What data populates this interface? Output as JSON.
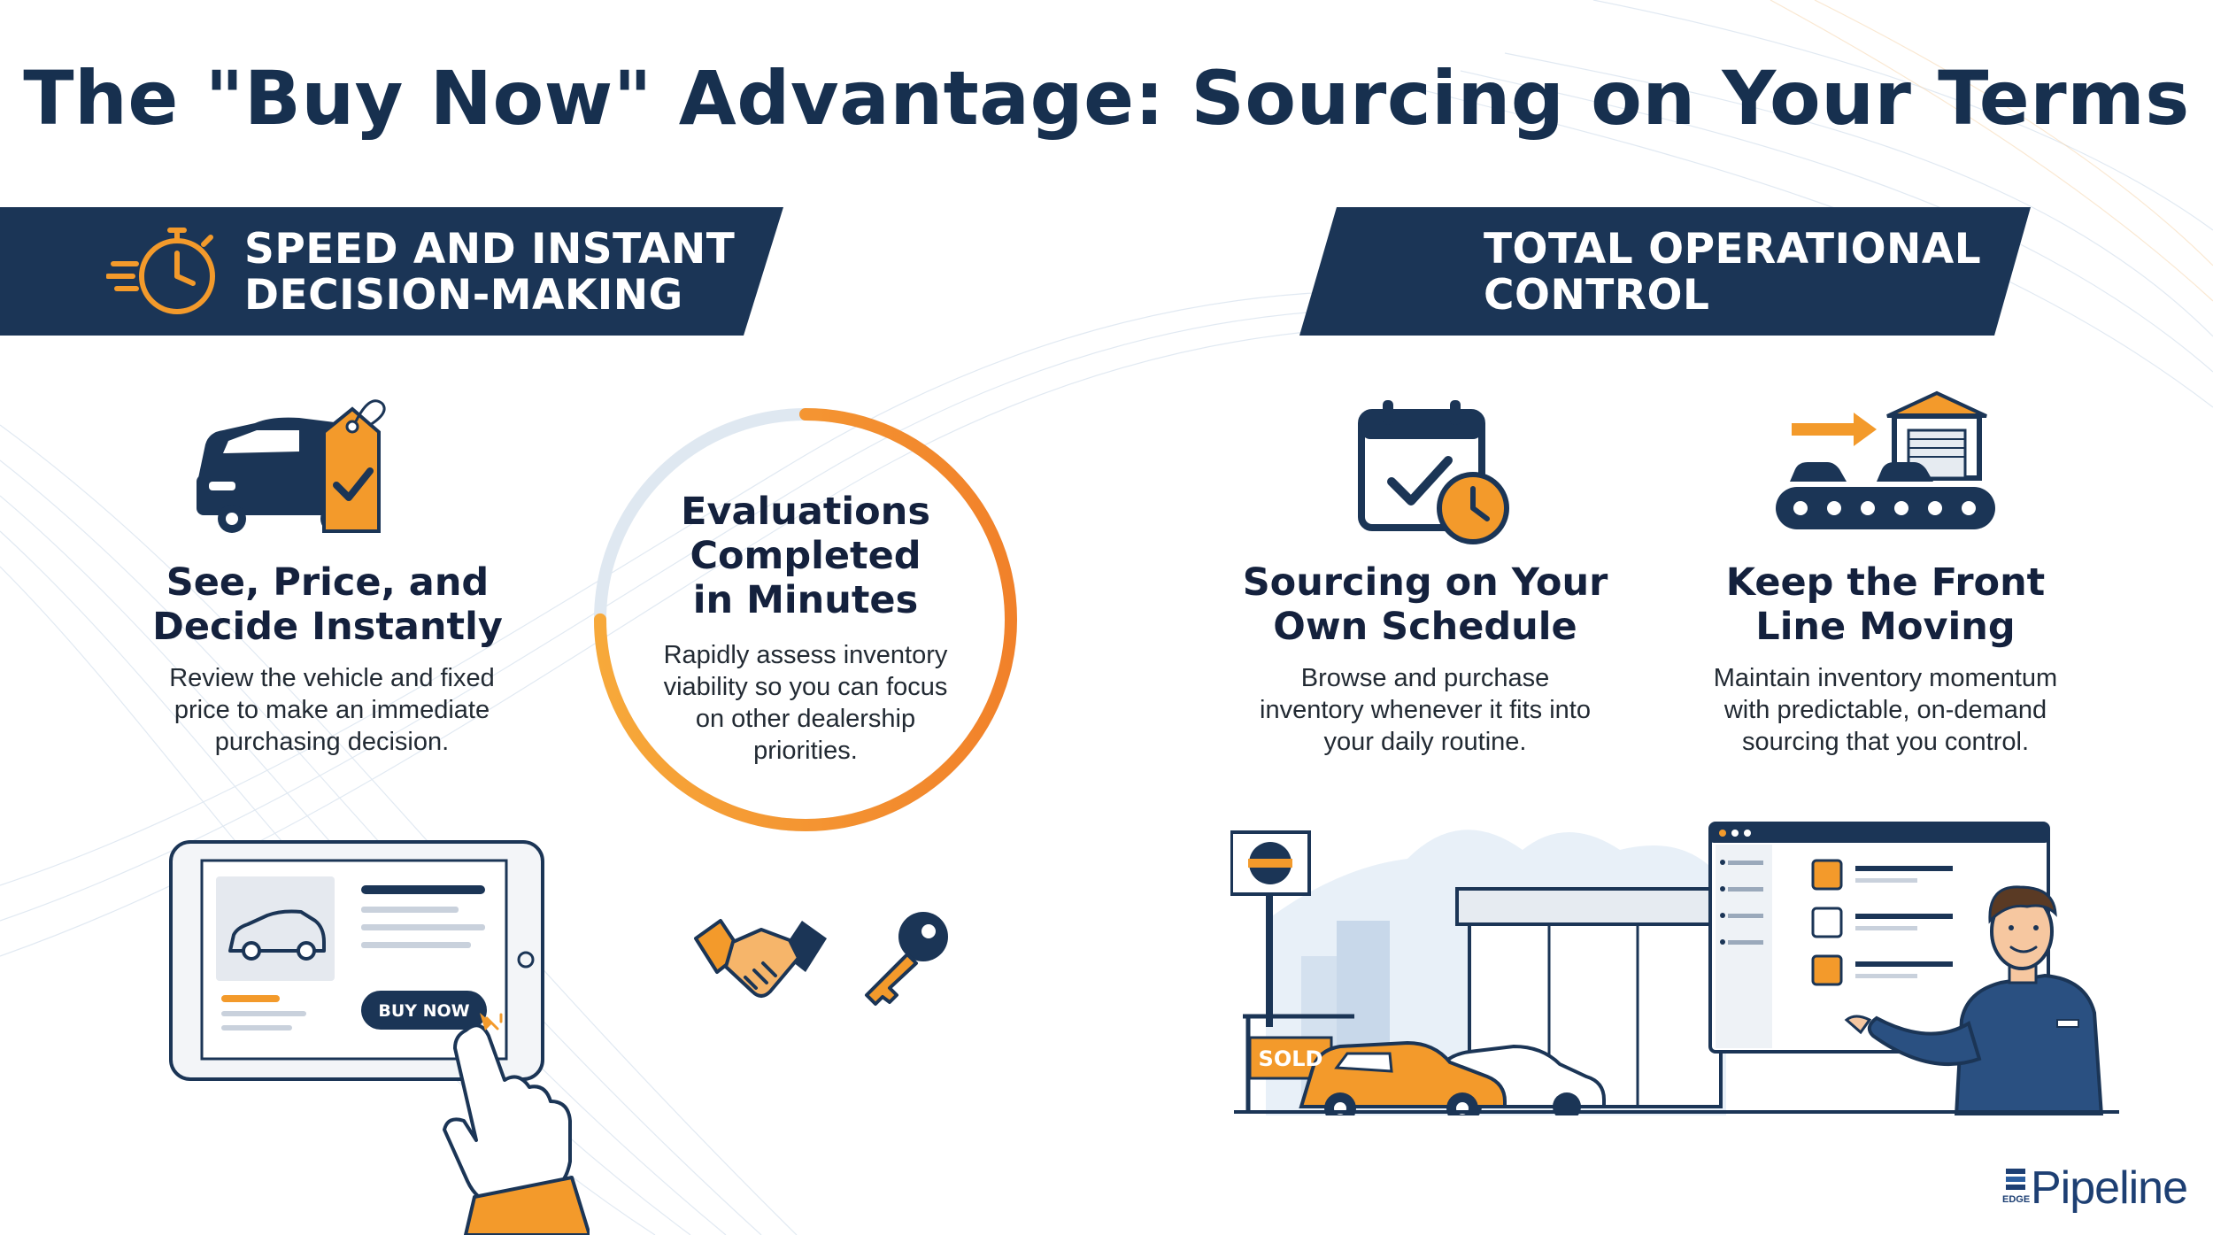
{
  "title": "The \"Buy Now\" Advantage: Sourcing on Your Terms",
  "colors": {
    "navy": "#1b3556",
    "orange": "#f39a2b",
    "light_blue": "#dbe6f1"
  },
  "left_banner": {
    "line1": "SPEED AND INSTANT",
    "line2": "DECISION-MAKING",
    "icon": "stopwatch-icon"
  },
  "right_banner": {
    "line1": "TOTAL OPERATIONAL",
    "line2": "CONTROL"
  },
  "cards": {
    "see_price": {
      "title1": "See, Price, and",
      "title2": "Decide Instantly",
      "desc1": "Review the vehicle and fixed",
      "desc2": "price to make an immediate",
      "desc3": "purchasing decision.",
      "icon": "car-price-tag-icon"
    },
    "evaluations": {
      "title1": "Evaluations",
      "title2": "Completed",
      "title3": "in Minutes",
      "desc1": "Rapidly assess inventory",
      "desc2": "viability so you can focus",
      "desc3": "on other dealership",
      "desc4": "priorities.",
      "progress_fraction": 0.75
    },
    "schedule": {
      "title1": "Sourcing on Your",
      "title2": "Own Schedule",
      "desc1": "Browse and purchase",
      "desc2": "inventory whenever it fits into",
      "desc3": "your daily routine.",
      "icon": "calendar-clock-icon"
    },
    "front_line": {
      "title1": "Keep the Front",
      "title2": "Line Moving",
      "desc1": "Maintain inventory momentum",
      "desc2": "with predictable, on-demand",
      "desc3": "sourcing that you control.",
      "icon": "conveyor-warehouse-icon"
    }
  },
  "tablet": {
    "buy_button": "BUY NOW"
  },
  "dealership": {
    "sold_sign": "SOLD"
  },
  "brand": {
    "name": "Pipeline",
    "sub": "EDGE"
  }
}
